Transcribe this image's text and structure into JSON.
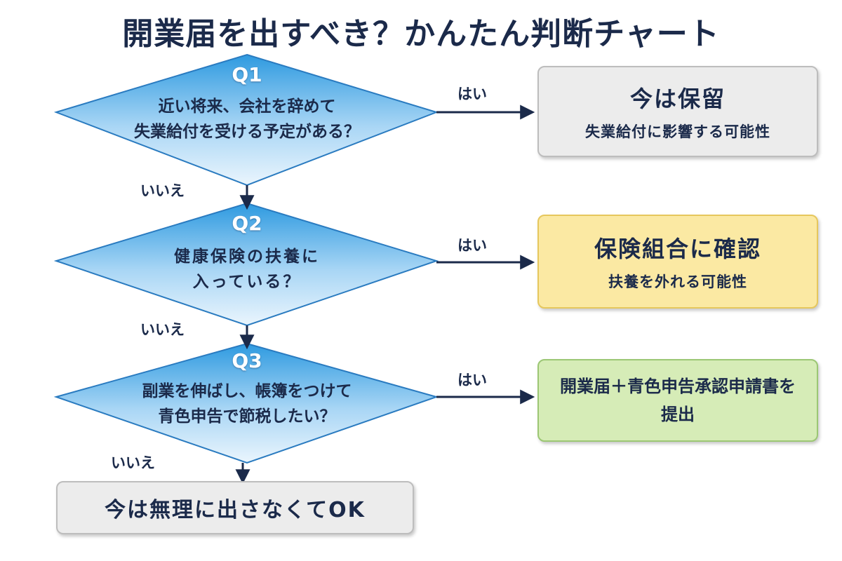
{
  "title": "開業届を出すべき？かんたん判断チャート",
  "questions": [
    {
      "label": "Q1",
      "lines": [
        "近い将来、会社を辞めて",
        "失業給付を受ける予定がある？"
      ]
    },
    {
      "label": "Q2",
      "lines": [
        "健康保険の扶養に",
        "入っている？"
      ]
    },
    {
      "label": "Q3",
      "lines": [
        "副業を伸ばし、帳簿をつけて",
        "青色申告で節税したい？"
      ]
    }
  ],
  "edges": {
    "yes": "はい",
    "no": "いいえ"
  },
  "results": [
    {
      "main": "今は保留",
      "sub": "失業給付に影響する可能性"
    },
    {
      "main": "保険組合に確認",
      "sub": "扶養を外れる可能性"
    },
    {
      "main_lines": [
        "開業届＋青色申告承認申請書を",
        "提出"
      ]
    }
  ],
  "final": {
    "main": "今は無理に出さなくてOK"
  },
  "colors": {
    "navy": "#1b2a4a",
    "diamond_top": "#2e9ae0",
    "diamond_bottom": "#eaf5fd",
    "yellow": "#fbe9a3",
    "green": "#d6ecb7",
    "gray": "#ececec"
  }
}
